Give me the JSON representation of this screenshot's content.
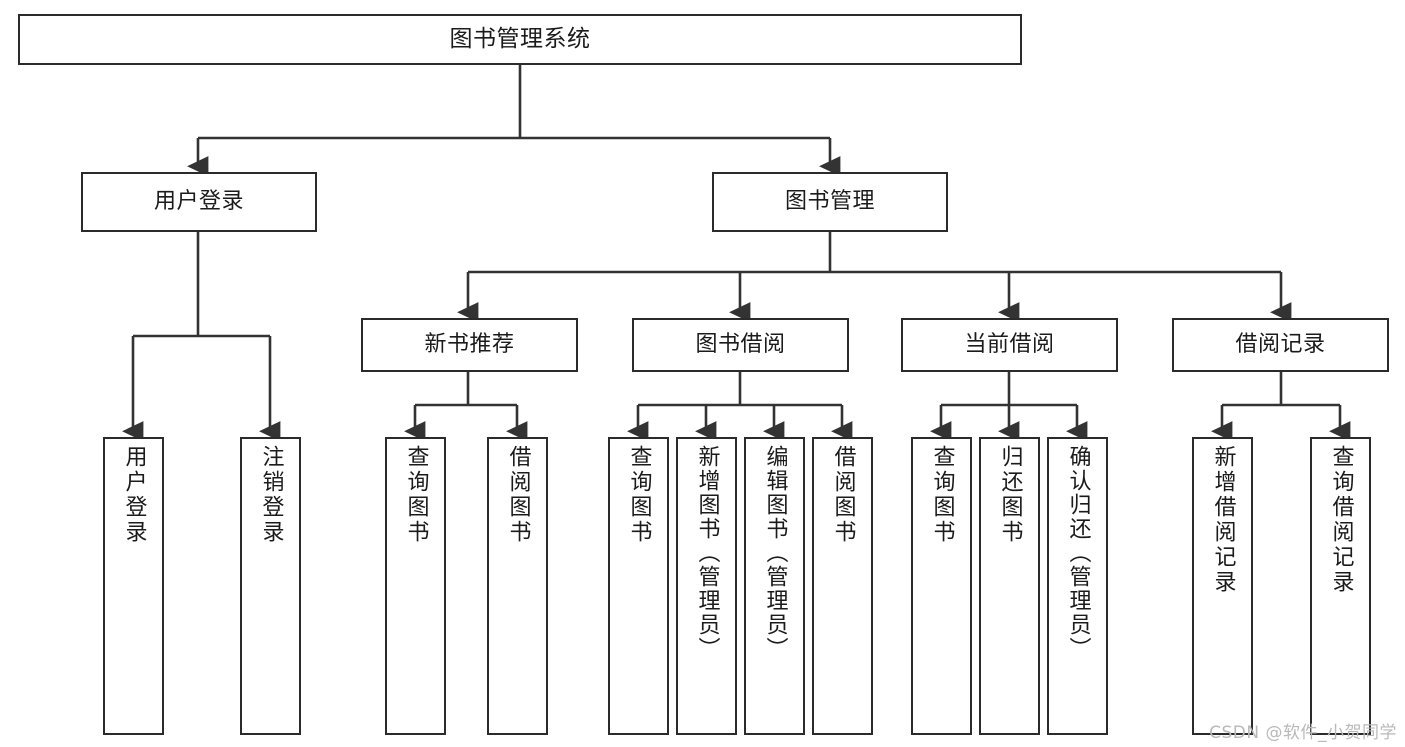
{
  "diagram": {
    "title": "图书管理系统",
    "type": "tree",
    "orientation": "top-down",
    "colors": {
      "box_border": "#2b2b2b",
      "box_fill": "#ffffff",
      "edge": "#333333",
      "text": "#1b1b1b",
      "watermark": "#b9b9b9",
      "background": "#ffffff"
    },
    "root": {
      "label": "图书管理系统"
    },
    "level1": [
      {
        "label": "用户登录"
      },
      {
        "label": "图书管理"
      }
    ],
    "level2": [
      {
        "label": "新书推荐"
      },
      {
        "label": "图书借阅"
      },
      {
        "label": "当前借阅"
      },
      {
        "label": "借阅记录"
      }
    ],
    "leaves": {
      "user_login": [
        {
          "label": "用户登录"
        },
        {
          "label": "注销登录"
        }
      ],
      "new_book_recommend": [
        {
          "label": "查询图书"
        },
        {
          "label": "借阅图书"
        }
      ],
      "book_borrow": [
        {
          "label": "查询图书"
        },
        {
          "label": "新增图书（管理员）"
        },
        {
          "label": "编辑图书（管理员）"
        },
        {
          "label": "借阅图书"
        }
      ],
      "current_borrow": [
        {
          "label": "查询图书"
        },
        {
          "label": "归还图书"
        },
        {
          "label": "确认归还（管理员）"
        }
      ],
      "borrow_record": [
        {
          "label": "新增借阅记录"
        },
        {
          "label": "查询借阅记录"
        }
      ]
    }
  },
  "watermark": {
    "text": "CSDN @软件_小贺同学"
  }
}
